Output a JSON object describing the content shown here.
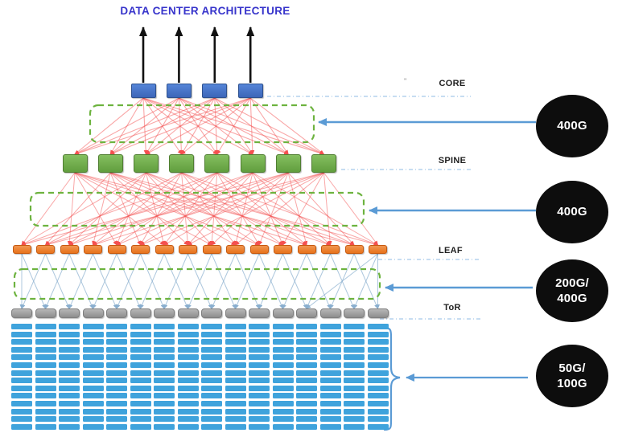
{
  "title": "DATA CENTER ARCHITECTURE",
  "title_color": "#3734cb",
  "layers": [
    {
      "id": "core",
      "label": "CORE",
      "count": 4,
      "color": "#4472c4"
    },
    {
      "id": "spine",
      "label": "SPINE",
      "count": 8,
      "color": "#6aab48"
    },
    {
      "id": "leaf",
      "label": "LEAF",
      "count": 16,
      "color": "#ed7d31"
    },
    {
      "id": "tor",
      "label": "ToR",
      "count": 16,
      "color": "#9b9b9b"
    }
  ],
  "servers": {
    "columns": 16,
    "rows": 14,
    "color": "#3fa3dc"
  },
  "speed_badges": [
    {
      "lines": [
        "400G"
      ]
    },
    {
      "lines": [
        "400G"
      ]
    },
    {
      "lines": [
        "200G/",
        "400G"
      ]
    },
    {
      "lines": [
        "50G/",
        "100G"
      ]
    }
  ],
  "badge_bg": "#0d0d0d",
  "badge_text_color": "#ffffff",
  "link_colors": {
    "core_spine": "#f4504f",
    "spine_leaf": "#f4504f",
    "leaf_tor": "#8aafcf",
    "callout": "#5b9bd5",
    "dashed_box": "#6db33f",
    "connector_dash": "#9cc3e8",
    "uplink_arrow": "#111111"
  },
  "misc": {
    "mark": "''"
  }
}
